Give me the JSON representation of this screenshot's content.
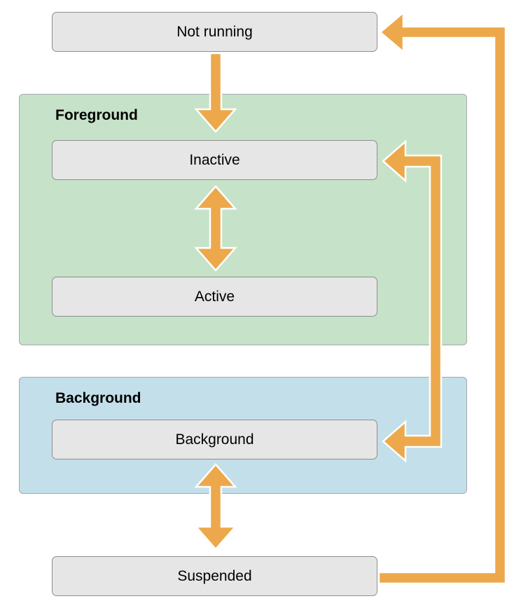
{
  "groups": {
    "foreground": {
      "title": "Foreground"
    },
    "background": {
      "title": "Background"
    }
  },
  "states": {
    "not_running": "Not running",
    "inactive": "Inactive",
    "active": "Active",
    "background": "Background",
    "suspended": "Suspended"
  },
  "colors": {
    "arrow": "#eca84b",
    "arrow_outline": "#ffffff",
    "foreground_fill": "#c6e2c8",
    "background_fill": "#c3dfe9",
    "state_fill": "#e6e6e6"
  }
}
